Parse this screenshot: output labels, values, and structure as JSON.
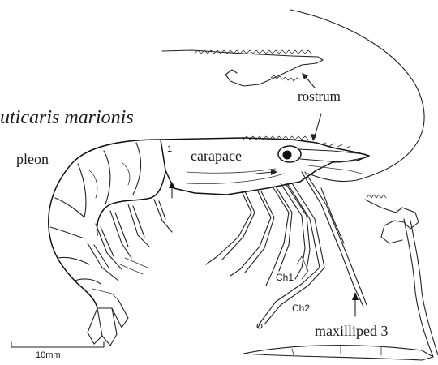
{
  "labels": {
    "species": "uticaris marionis",
    "pleon": "pleon",
    "carapace": "carapace",
    "rostrum": "rostrum",
    "ch1": "Ch1",
    "ch2": "Ch2",
    "maxilliped": "maxilliped 3",
    "scale": "10mm",
    "segment_mark": "1"
  }
}
